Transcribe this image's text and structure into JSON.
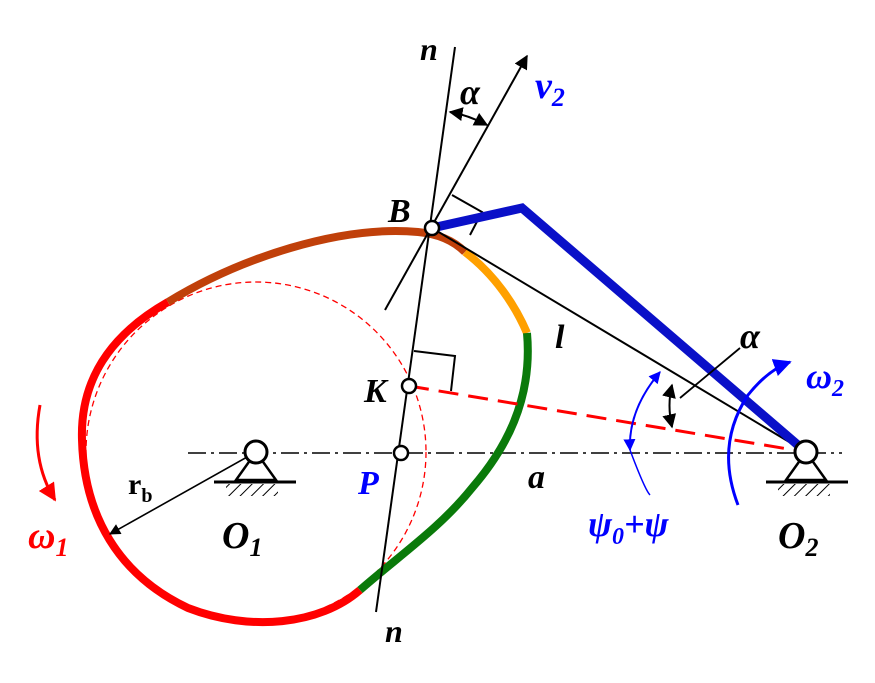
{
  "labels": {
    "n_top": "n",
    "n_bottom": "n",
    "alpha_top": "α",
    "v": "v",
    "v_sub": "2",
    "B": "B",
    "K": "K",
    "P": "P",
    "l": "l",
    "a": "a",
    "alpha_right": "α",
    "omega2": "ω",
    "omega2_sub": "2",
    "omega1": "ω",
    "omega1_sub": "1",
    "rb": "r",
    "rb_sub": "b",
    "O1": "O",
    "O1_sub": "1",
    "O2": "O",
    "O2_sub": "2",
    "psi_sum": "ψ",
    "psi_sub": "0",
    "psi_plus": "+ψ"
  },
  "colors": {
    "black": "#000000",
    "red": "#ff0000",
    "brown": "#c0400a",
    "orange": "#ffa000",
    "green": "#0a7a0a",
    "blue": "#0000ff",
    "darkblue": "#0a10c8"
  }
}
